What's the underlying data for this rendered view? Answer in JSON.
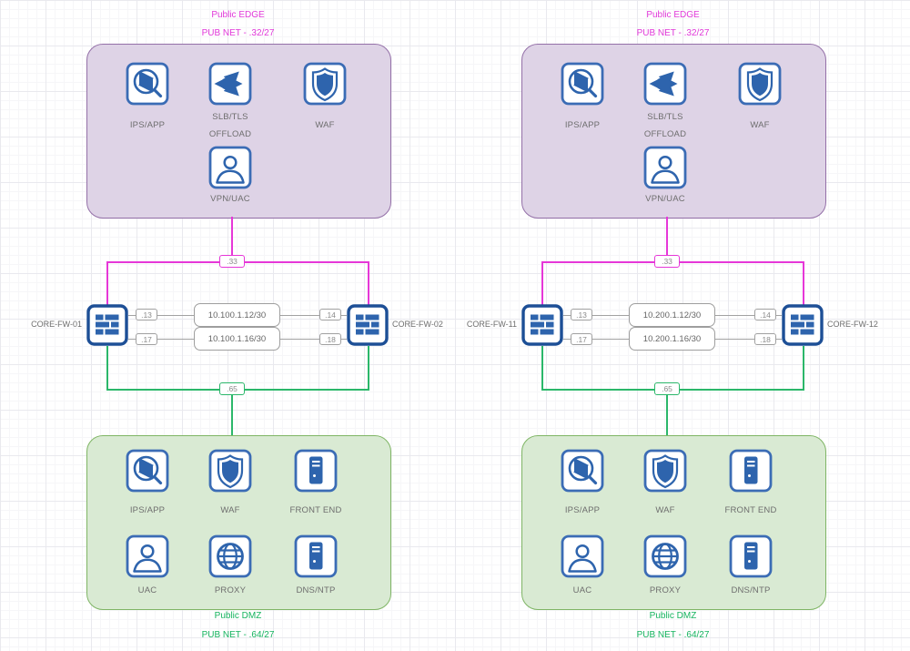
{
  "canvas": {
    "background": "#ffffff",
    "grid_minor_color": "#f6f6f8",
    "grid_major_color": "#e9e9ee"
  },
  "colors": {
    "edge_accent": "#e637d8",
    "dmz_accent": "#2bb76a",
    "edge_cluster_fill": "#ded3e6",
    "edge_cluster_stroke": "#9470a8",
    "dmz_cluster_fill": "#d9ead3",
    "dmz_cluster_stroke": "#7fb565",
    "icon_blue": "#2e64ad",
    "firewall_border_blue": "#1d4f96",
    "link_gray": "#a2a2a2",
    "label_gray": "#6e6e6e"
  },
  "groups": [
    {
      "edge": {
        "title": "Public EDGE",
        "subnet": "PUB NET - .32/27",
        "nodes": [
          {
            "label": "IPS/APP",
            "icon": "ips-app-icon"
          },
          {
            "label": "SLB/TLS",
            "label2": "OFFLOAD",
            "icon": "slb-loadbalancer-icon"
          },
          {
            "label": "WAF",
            "icon": "waf-shield-icon"
          },
          {
            "label": "VPN/UAC",
            "icon": "vpn-uac-user-icon"
          }
        ]
      },
      "core": {
        "fw_left": "CORE-FW-01",
        "fw_right": "CORE-FW-02",
        "uplink_label": ".33",
        "downlink_label": ".65",
        "links": [
          {
            "left_port": ".13",
            "network": "10.100.1.12/30",
            "right_port": ".14"
          },
          {
            "left_port": ".17",
            "network": "10.100.1.16/30",
            "right_port": ".18"
          }
        ]
      },
      "dmz": {
        "title": "Public DMZ",
        "subnet": "PUB NET - .64/27",
        "nodes": [
          {
            "label": "IPS/APP",
            "icon": "ips-app-icon"
          },
          {
            "label": "WAF",
            "icon": "waf-shield-icon"
          },
          {
            "label": "FRONT END",
            "icon": "frontend-server-icon"
          },
          {
            "label": "UAC",
            "icon": "uac-user-icon"
          },
          {
            "label": "PROXY",
            "icon": "proxy-globe-icon"
          },
          {
            "label": "DNS/NTP",
            "icon": "dns-server-icon"
          }
        ]
      }
    },
    {
      "edge": {
        "title": "Public EDGE",
        "subnet": "PUB NET - .32/27",
        "nodes": [
          {
            "label": "IPS/APP",
            "icon": "ips-app-icon"
          },
          {
            "label": "SLB/TLS",
            "label2": "OFFLOAD",
            "icon": "slb-loadbalancer-icon"
          },
          {
            "label": "WAF",
            "icon": "waf-shield-icon"
          },
          {
            "label": "VPN/UAC",
            "icon": "vpn-uac-user-icon"
          }
        ]
      },
      "core": {
        "fw_left": "CORE-FW-11",
        "fw_right": "CORE-FW-12",
        "uplink_label": ".33",
        "downlink_label": ".65",
        "links": [
          {
            "left_port": ".13",
            "network": "10.200.1.12/30",
            "right_port": ".14"
          },
          {
            "left_port": ".17",
            "network": "10.200.1.16/30",
            "right_port": ".18"
          }
        ]
      },
      "dmz": {
        "title": "Public DMZ",
        "subnet": "PUB NET - .64/27",
        "nodes": [
          {
            "label": "IPS/APP",
            "icon": "ips-app-icon"
          },
          {
            "label": "WAF",
            "icon": "waf-shield-icon"
          },
          {
            "label": "FRONT END",
            "icon": "frontend-server-icon"
          },
          {
            "label": "UAC",
            "icon": "uac-user-icon"
          },
          {
            "label": "PROXY",
            "icon": "proxy-globe-icon"
          },
          {
            "label": "DNS/NTP",
            "icon": "dns-server-icon"
          }
        ]
      }
    }
  ]
}
